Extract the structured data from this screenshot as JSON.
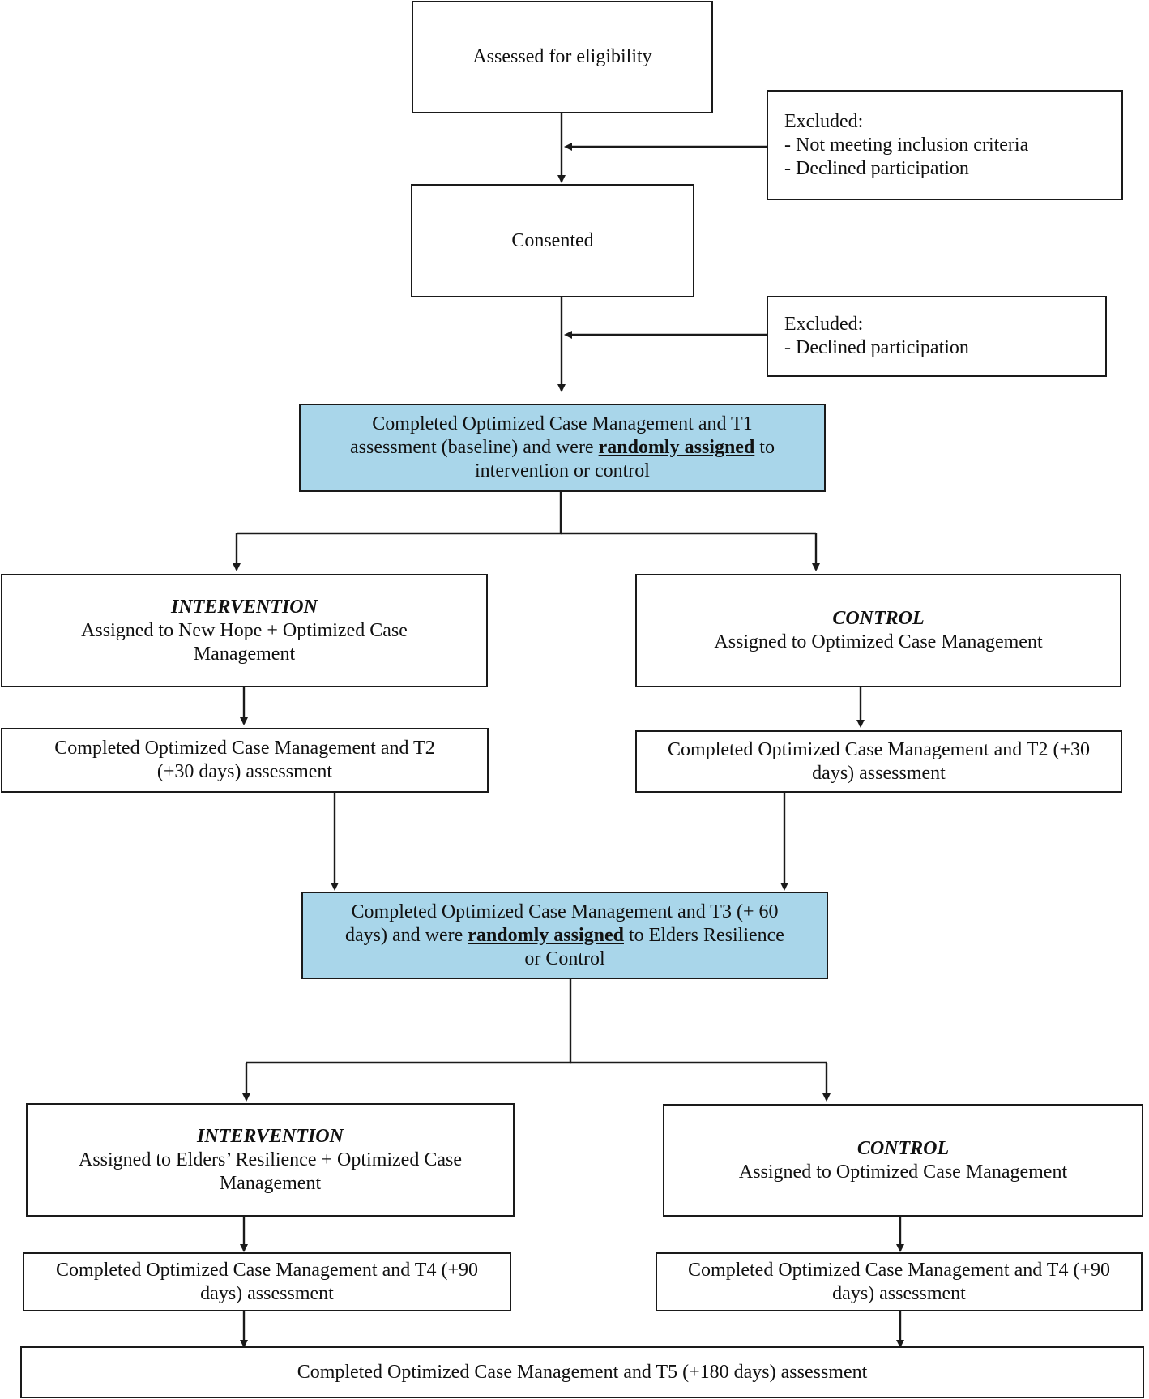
{
  "boxes": {
    "assessed": "Assessed for eligibility",
    "excluded1": {
      "heading": "Excluded:",
      "items": [
        "- Not meeting inclusion criteria",
        "- Declined participation"
      ]
    },
    "consented": "Consented",
    "excluded2": {
      "heading": "Excluded:",
      "items": [
        "- Declined participation"
      ]
    },
    "t1": {
      "before": "Completed Optimized Case Management and T1 assessment (baseline) and were ",
      "emphasis": "randomly assigned",
      "after": " to intervention or control"
    },
    "arm1_intervention": {
      "label": "INTERVENTION",
      "text": "Assigned to New Hope + Optimized Case Management"
    },
    "arm1_control": {
      "label": "CONTROL",
      "text": "Assigned to Optimized Case Management"
    },
    "t2_intervention": "Completed Optimized Case Management and T2 (+30 days) assessment",
    "t2_control": "Completed Optimized Case Management and T2 (+30 days) assessment",
    "t3": {
      "before": "Completed Optimized Case Management and T3 (+ 60 days) and were ",
      "emphasis": "randomly assigned",
      "after": " to Elders Resilience or Control"
    },
    "arm2_intervention": {
      "label": "INTERVENTION",
      "text": "Assigned to Elders’ Resilience + Optimized Case Management"
    },
    "arm2_control": {
      "label": "CONTROL",
      "text": "Assigned to Optimized Case Management"
    },
    "t4_intervention": "Completed Optimized Case Management and T4 (+90 days) assessment",
    "t4_control": "Completed Optimized Case Management and T4 (+90 days) assessment",
    "t5": "Completed Optimized Case Management and T5 (+180 days) assessment"
  },
  "colors": {
    "randomization_box_fill": "#a9d6ea",
    "line": "#1a1a1a"
  }
}
